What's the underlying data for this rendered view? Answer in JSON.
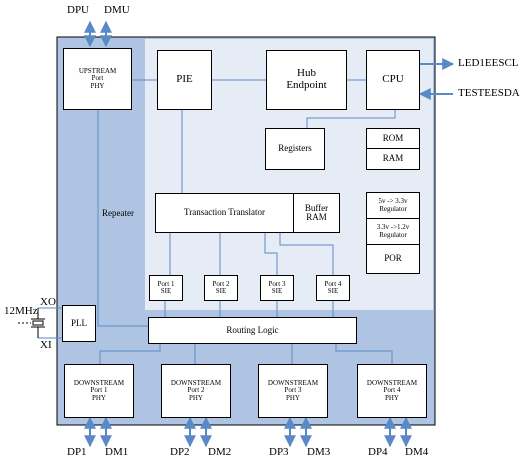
{
  "pins": {
    "dpu": "DPU",
    "dmu": "DMU",
    "led": "LED1EESCL",
    "test": "TESTEESDA",
    "xo": "XO",
    "xi": "XI",
    "xtal": "12MHz",
    "dp1": "DP1",
    "dm1": "DM1",
    "dp2": "DP2",
    "dm2": "DM2",
    "dp3": "DP3",
    "dm3": "DM3",
    "dp4": "DP4",
    "dm4": "DM4"
  },
  "blocks": {
    "upstream": [
      "UPSTREAM",
      "Port",
      "PHY"
    ],
    "pie": "PIE",
    "hub_endpoint": [
      "Hub",
      "Endpoint"
    ],
    "cpu": "CPU",
    "rom": "ROM",
    "ram": "RAM",
    "registers": "Registers",
    "transaction_translator": "Transaction Translator",
    "buffer_ram": [
      "Buffer",
      "RAM"
    ],
    "regulator1": [
      "5v -> 3.3v",
      "Regulator"
    ],
    "regulator2": [
      "3.3v ->1.2v",
      "Regulator"
    ],
    "por": "POR",
    "repeater": "Repeater",
    "sie1": [
      "Port 1",
      "SIE"
    ],
    "sie2": [
      "Port 2",
      "SIE"
    ],
    "sie3": [
      "Port 3",
      "SIE"
    ],
    "sie4": [
      "Port 4",
      "SIE"
    ],
    "pll": "PLL",
    "routing_logic": "Routing Logic",
    "down1": [
      "DOWNSTREAM",
      "Port 1",
      "PHY"
    ],
    "down2": [
      "DOWNSTREAM",
      "Port 2",
      "PHY"
    ],
    "down3": [
      "DOWNSTREAM",
      "Port 3",
      "PHY"
    ],
    "down4": [
      "DOWNSTREAM",
      "Port 4",
      "PHY"
    ]
  },
  "colors": {
    "outer_fill": "#aec4e2",
    "inner_fill": "#e6ecf5",
    "line": "#5a8ac6",
    "block_border": "#000000"
  }
}
